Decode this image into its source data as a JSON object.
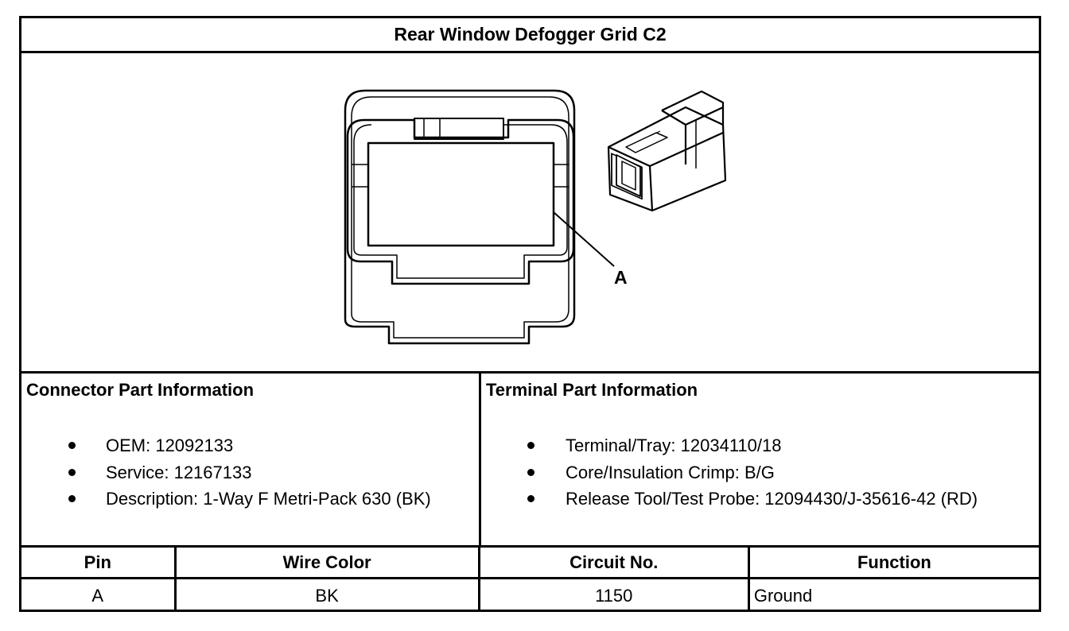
{
  "title": "Rear Window Defogger Grid C2",
  "figure": {
    "callout_label": "A"
  },
  "connector_info": {
    "heading": "Connector Part Information",
    "items": [
      "OEM: 12092133",
      "Service: 12167133",
      "Description: 1-Way F Metri-Pack 630 (BK)"
    ]
  },
  "terminal_info": {
    "heading": "Terminal Part Information",
    "items": [
      "Terminal/Tray: 12034110/18",
      "Core/Insulation Crimp: B/G",
      "Release Tool/Test Probe: 12094430/J-35616-42 (RD)"
    ]
  },
  "pin_table": {
    "headers": [
      "Pin",
      "Wire Color",
      "Circuit No.",
      "Function"
    ],
    "rows": [
      [
        "A",
        "BK",
        "1150",
        "Ground"
      ]
    ]
  }
}
